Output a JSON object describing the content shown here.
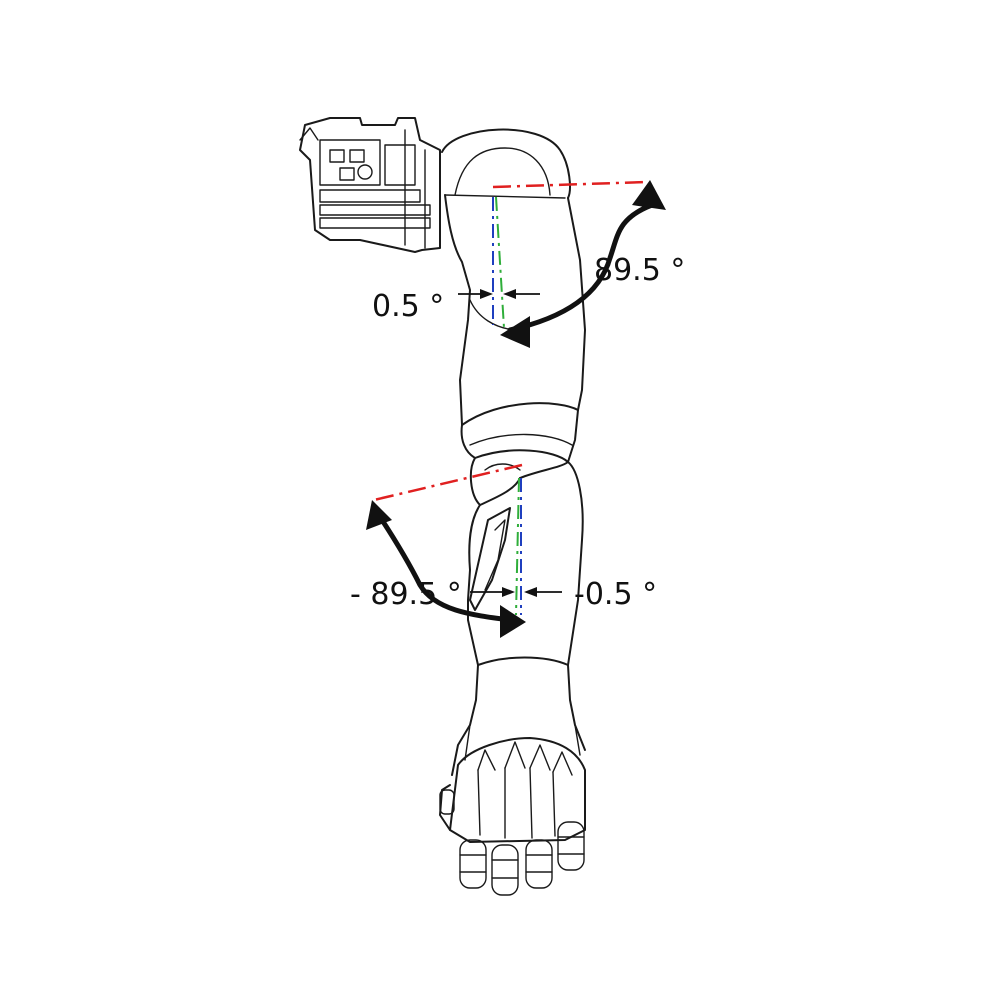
{
  "labels": {
    "shoulder_pitch": "89.5 °",
    "shoulder_offset": "0.5 °",
    "elbow_pitch": "- 89.5 °",
    "elbow_offset": "-0.5 °"
  },
  "colors": {
    "reference_line": "#e02020",
    "vertical_axis": "#1f3fbf",
    "rotated_axis": "#2fae3a",
    "arrow": "#111111",
    "outline": "#1a1a1a"
  }
}
